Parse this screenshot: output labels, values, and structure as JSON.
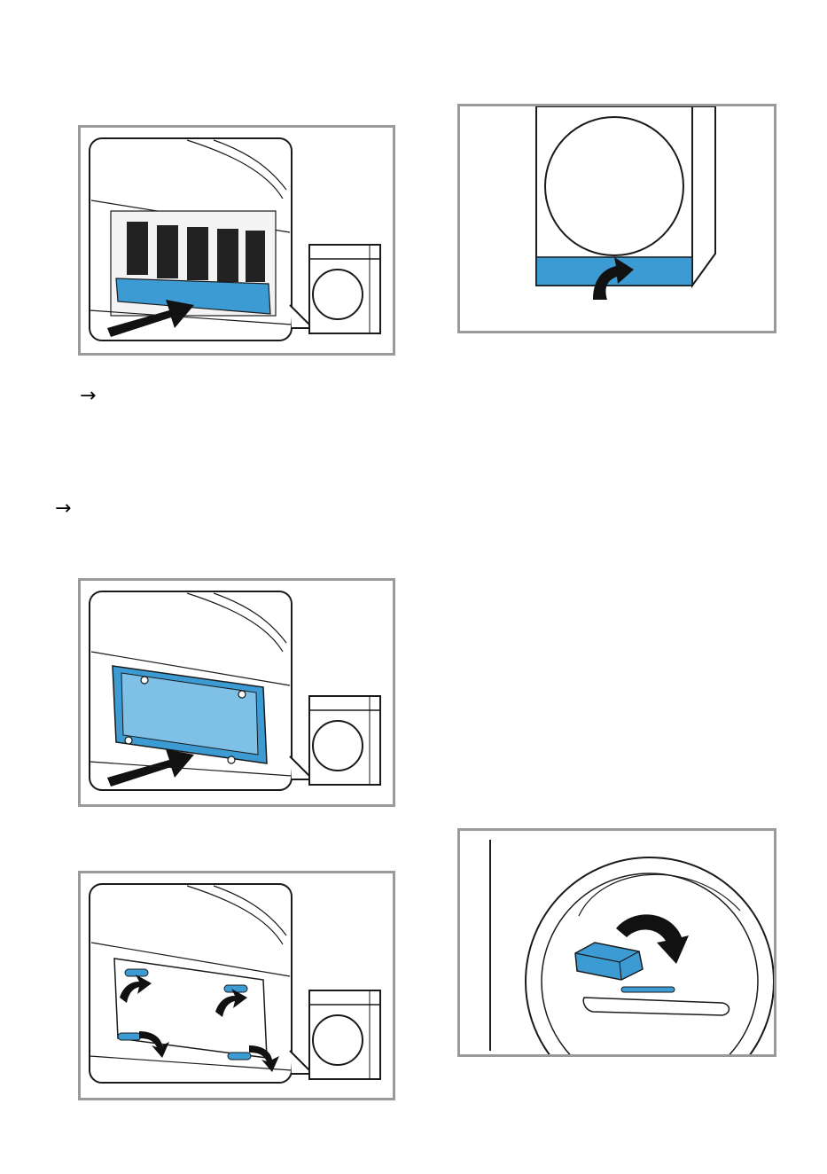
{
  "page": {
    "step_marker_1": "→",
    "step_marker_2": "→"
  },
  "colors": {
    "accent_blue": "#3d9bd3",
    "frame_gray": "#9a9a9a",
    "line_black": "#1a1a1a"
  },
  "figures": [
    {
      "name": "figure-fluff-filter-insert",
      "icons": [
        "fluff-filter-icon",
        "push-arrow-icon",
        "dryer-icon"
      ]
    },
    {
      "name": "figure-maintenance-flap-open",
      "icons": [
        "dryer-front-icon",
        "curved-arrow-icon"
      ]
    },
    {
      "name": "figure-heat-exchanger-cover-insert",
      "icons": [
        "heat-exchanger-cover-icon",
        "push-arrow-icon",
        "dryer-icon"
      ]
    },
    {
      "name": "figure-locking-levers-turn",
      "icons": [
        "locking-lever-icon",
        "rotate-arrow-icon",
        "dryer-icon"
      ]
    },
    {
      "name": "figure-door-filter-rotate",
      "icons": [
        "door-filter-icon",
        "rotate-arrow-icon"
      ]
    }
  ]
}
